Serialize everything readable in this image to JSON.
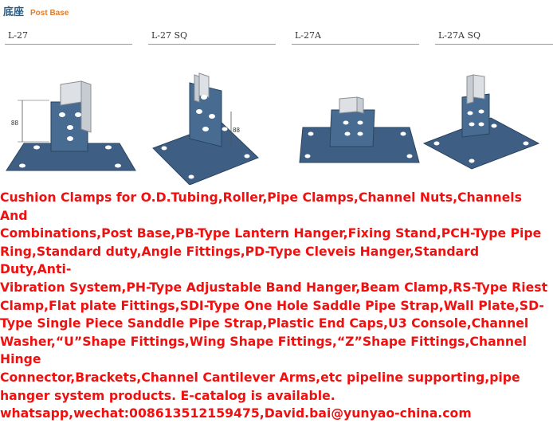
{
  "header": {
    "title_cn": "底座",
    "title_en": "Post Base"
  },
  "models": [
    {
      "label": "L-27"
    },
    {
      "label": "L-27 SQ"
    },
    {
      "label": "L-27A"
    },
    {
      "label": "L-27A SQ"
    }
  ],
  "dimensions": {
    "fig1": "88",
    "fig2": "88"
  },
  "colors": {
    "plate": "#3e5f83",
    "post": "#c7ccd2",
    "text": "#f01010",
    "title_cn": "#2c5c82",
    "title_en": "#e07c2a"
  },
  "description": "Cushion Clamps for O.D.Tubing,Roller,Pipe Clamps,Channel Nuts,Channels And\nCombinations,Post Base,PB-Type Lantern Hanger,Fixing Stand,PCH-Type Pipe\nRing,Standard duty,Angle Fittings,PD-Type Cleveis Hanger,Standard Duty,Anti-\nVibration System,PH-Type Adjustable Band Hanger,Beam Clamp,RS-Type Riest\nClamp,Flat plate Fittings,SDI-Type One Hole Saddle Pipe Strap,Wall Plate,SD-\nType Single Piece Sanddle Pipe Strap,Plastic End Caps,U3 Console,Channel\nWasher,“U”Shape Fittings,Wing Shape Fittings,“Z”Shape Fittings,Channel Hinge\nConnector,Brackets,Channel Cantilever Arms,etc pipeline supporting,pipe\nhanger system products. E-catalog is available.\nwhatsapp,wechat:008613512159475,David.bai@yunyao-china.com"
}
